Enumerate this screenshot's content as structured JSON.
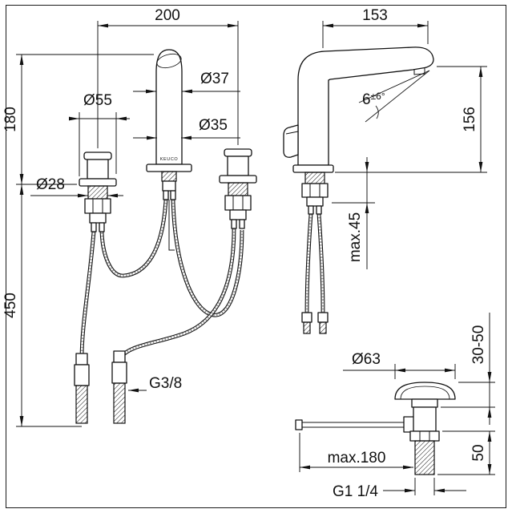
{
  "brand_label": "KEUCO",
  "front_view": {
    "spacing": "200",
    "height_above": "180",
    "height_below": "450",
    "handle_dia": "Ø55",
    "spout_dia_upper": "Ø37",
    "spout_dia_lower": "Ø35",
    "shank_dia": "Ø28",
    "supply_thread": "G3/8"
  },
  "side_view": {
    "projection": "153",
    "outlet_height": "156",
    "angle_base": "6",
    "angle_tol": "±6°",
    "max_deck_thickness": "max.45"
  },
  "drain": {
    "plug_dia": "Ø63",
    "clamp_range": "30-50",
    "rod_length": "max.180",
    "lower_height": "50",
    "outlet_thread": "G1 1/4"
  }
}
